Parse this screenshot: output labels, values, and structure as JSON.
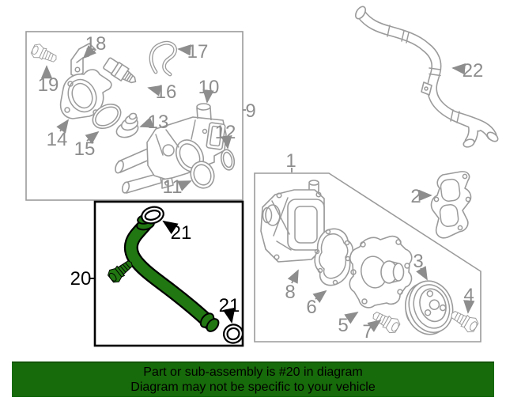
{
  "banner": {
    "line1": "Part or sub-assembly is #20 in diagram",
    "line2": "Diagram may not be specific to your vehicle"
  },
  "highlighted_part": "20",
  "callouts": {
    "c1": "1",
    "c2": "2",
    "c3": "3",
    "c4": "4",
    "c5": "5",
    "c6": "6",
    "c7": "7",
    "c8": "8",
    "c9": "9",
    "c10": "10",
    "c11": "11",
    "c12": "12",
    "c13": "13",
    "c14": "14",
    "c15": "15",
    "c16": "16",
    "c17": "17",
    "c18": "18",
    "c19": "19",
    "c20": "20",
    "c21": "21",
    "c22": "22"
  },
  "colors": {
    "line-gray": "#9b9b9b",
    "label-gray": "#8d8d8d",
    "pipe-green": "#217712",
    "banner-green": "#176b0a",
    "callout-black": "#000000",
    "page-bg": "#ffffff"
  }
}
